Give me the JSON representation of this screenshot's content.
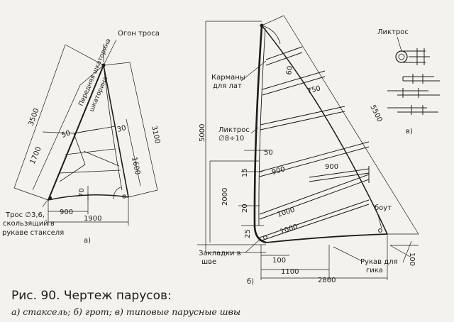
{
  "caption": {
    "title": "Рис. 90. Чертеж парусов:",
    "subtitle": "а) стаксель; б) грот; в) типовые парусные швы"
  },
  "jib": {
    "labels": {
      "rope_eye": "Огон троса",
      "luff": "Передняя шкаторина",
      "luff_rope": "Трос ∅3,6,",
      "luff_rope_2": "скользящий в",
      "luff_rope_3": "рукаве стакселя",
      "panel": "а)"
    },
    "dims": {
      "d3500": "3500",
      "d1700": "1700",
      "d50": "50",
      "d30": "30",
      "d3100": "3100",
      "d1600": "1600",
      "d70": "70",
      "d900": "900",
      "d1900": "1900"
    }
  },
  "main": {
    "labels": {
      "batten_pockets": "Карманы",
      "batten_pockets_2": "для лат",
      "bolt_rope": "Ликтрос",
      "bolt_rope_2": "∅8÷10",
      "tabs": "Закладки в",
      "tabs_2": "шве",
      "boom_sleeve": "Рукав для",
      "boom_sleeve_2": "гика",
      "bout": "боут",
      "panel": "б)"
    },
    "dims": {
      "d5000": "5000",
      "d5500": "5500",
      "d60": "60",
      "d750": "750",
      "d50": "50",
      "d15": "15",
      "d900a": "900",
      "d900b": "900",
      "d2000": "2000",
      "d20": "20",
      "d1000a": "1000",
      "d1000b": "1000",
      "d25": "25",
      "d100a": "100",
      "d100b": "100",
      "d1100": "1100",
      "d2800": "2800"
    }
  },
  "seams": {
    "labels": {
      "bolt_rope": "Ликтрос",
      "panel": "в)"
    }
  }
}
